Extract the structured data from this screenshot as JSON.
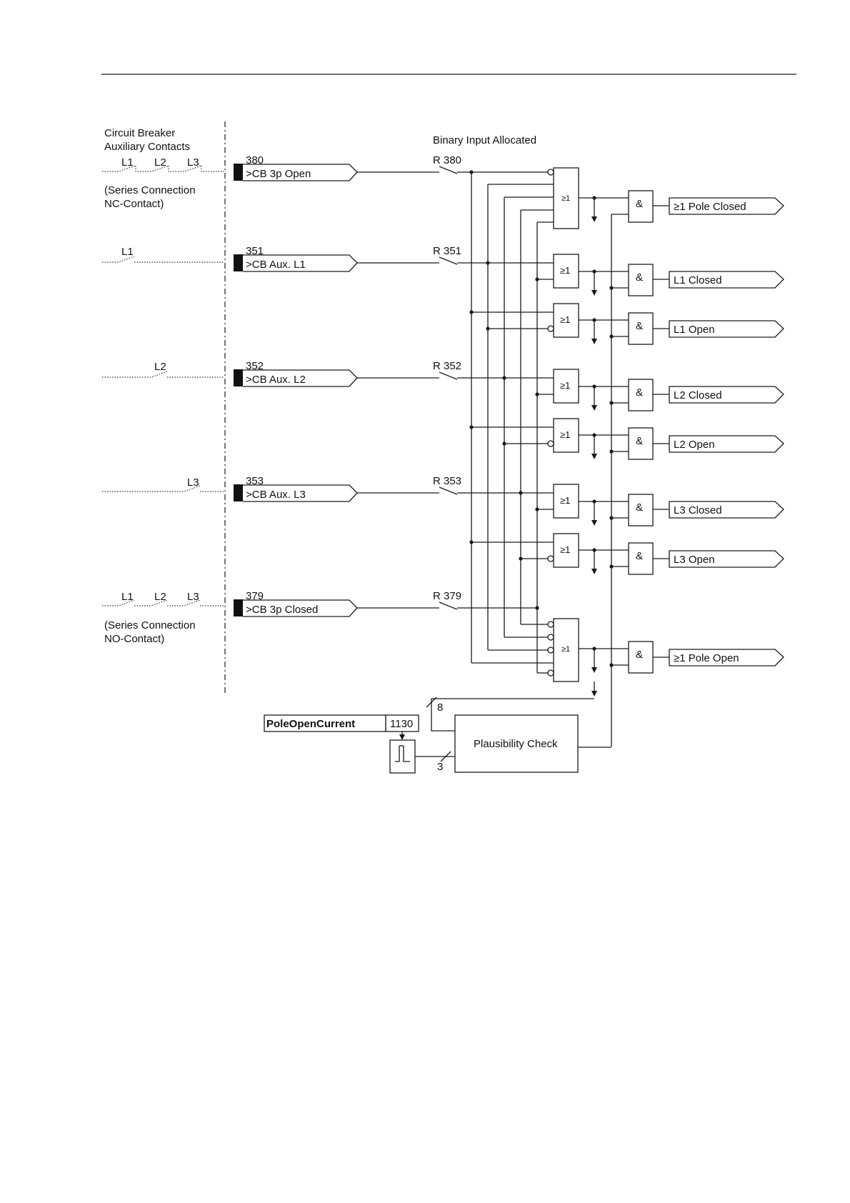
{
  "left_panel": {
    "title_line1": "Circuit Breaker",
    "title_line2": "Auxiliary Contacts",
    "nc_label": [
      "L1",
      "L2",
      "L3"
    ],
    "nc_note_line1": "(Series Connection",
    "nc_note_line2": "NC-Contact)",
    "l1_label": "L1",
    "l2_label": "L2",
    "l3_label": "L3",
    "no_label": [
      "L1",
      "L2",
      "L3"
    ],
    "no_note_line1": "(Series Connection",
    "no_note_line2": "NO-Contact)"
  },
  "binary_header": "Binary Input Allocated",
  "inputs": [
    {
      "number": "380",
      "name": ">CB 3p Open",
      "relay": "R 380"
    },
    {
      "number": "351",
      "name": ">CB Aux. L1",
      "relay": "R 351"
    },
    {
      "number": "352",
      "name": ">CB Aux. L2",
      "relay": "R 352"
    },
    {
      "number": "353",
      "name": ">CB Aux. L3",
      "relay": "R 353"
    },
    {
      "number": "379",
      "name": ">CB 3p Closed",
      "relay": "R 379"
    }
  ],
  "or_gate_label": "≥1",
  "and_gate_label": "&",
  "outputs": [
    "≥1 Pole Closed",
    "L1 Closed",
    "L1 Open",
    "L2 Closed",
    "L2 Open",
    "L3 Closed",
    "L3 Open",
    "≥1 Pole Open"
  ],
  "parameter": {
    "name": "PoleOpenCurrent",
    "address": "1130"
  },
  "plausibility": "Plausibility Check",
  "bus_width_top": "8",
  "bus_width_bottom": "3"
}
